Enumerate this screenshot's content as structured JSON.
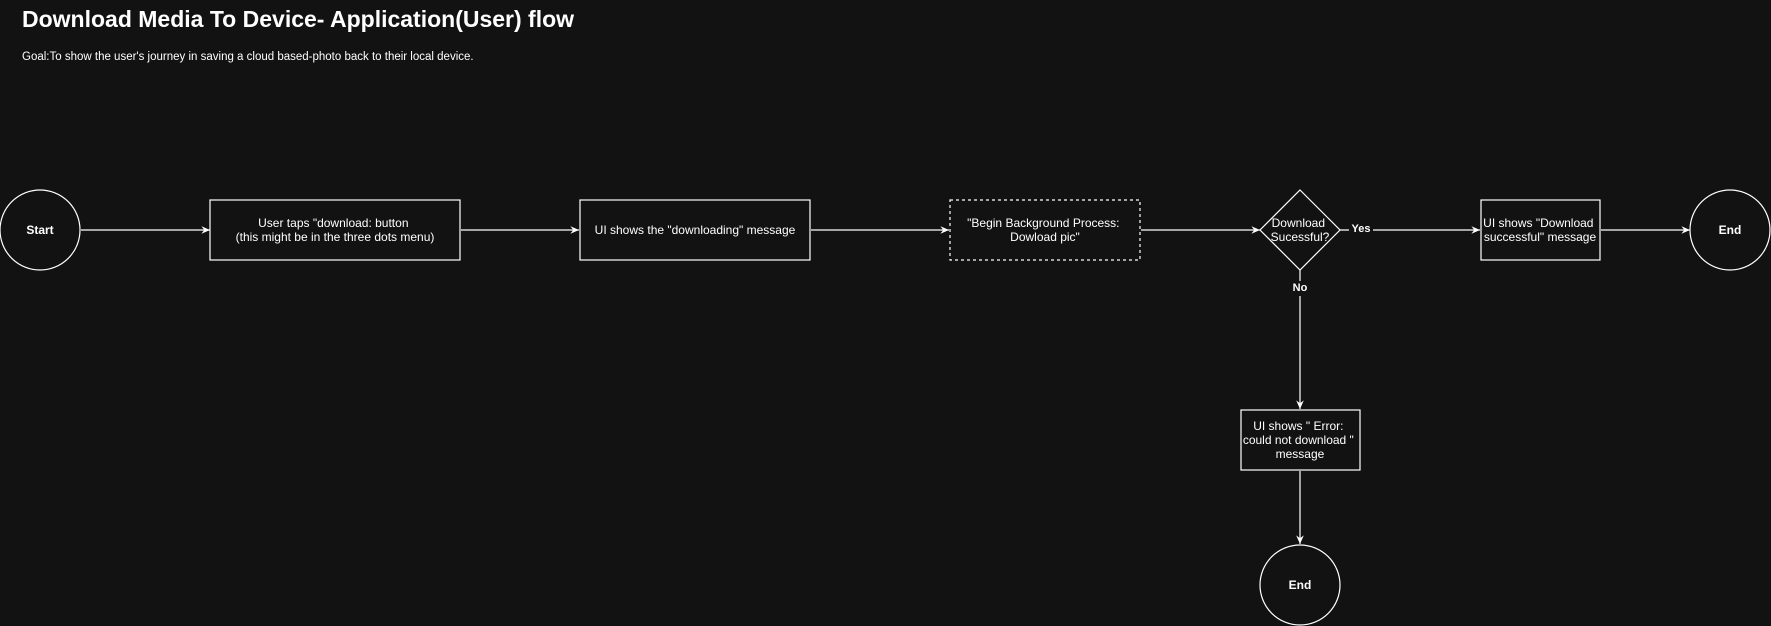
{
  "title": "Download Media To Device- Application(User) flow",
  "goal": "Goal:To show the user's journey in saving a cloud based-photo back to their local device.",
  "colors": {
    "background": "#121212",
    "stroke": "#ffffff",
    "text": "#ffffff"
  },
  "nodes": {
    "start": {
      "lines": [
        "Start"
      ]
    },
    "tap_download": {
      "lines": [
        "User taps \"download: button",
        "(this might be in the three dots menu)"
      ]
    },
    "downloading_msg": {
      "lines": [
        "UI shows the \"downloading\" message"
      ]
    },
    "background": {
      "lines": [
        "\"Begin Background Process:",
        "Dowload pic\""
      ]
    },
    "decision": {
      "lines": [
        "Download",
        "Sucessful?"
      ]
    },
    "success_msg": {
      "lines": [
        "UI shows \"Download",
        "successful\" message"
      ]
    },
    "end_success": {
      "lines": [
        "End"
      ]
    },
    "error_msg": {
      "lines": [
        "UI shows \" Error:",
        "could not download \"",
        "message"
      ]
    },
    "end_error": {
      "lines": [
        "End"
      ]
    }
  },
  "edges": {
    "yes": "Yes",
    "no": "No"
  }
}
